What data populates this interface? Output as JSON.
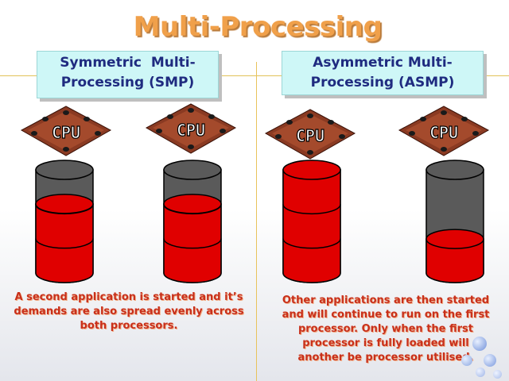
{
  "slide": {
    "title": "Multi-Processing"
  },
  "smp": {
    "header_line1": "Symmetric  Multi-",
    "header_line2": "Processing (SMP)",
    "caption_line1": "A second application is started and it’s",
    "caption_line2": "demands are also spread evenly across",
    "caption_line3": "both processors.",
    "cpu_label": "CPU",
    "load_fraction": [
      0.67,
      0.67
    ]
  },
  "asmp": {
    "header_line1": "Asymmetric Multi-",
    "header_line2": "Processing (ASMP)",
    "caption_line1": "Other applications are then started",
    "caption_line2": "and will continue to run on the first",
    "caption_line3": "processor. Only when the first",
    "caption_line4": "processor is fully loaded will",
    "caption_line5": "another be processor utilised.",
    "cpu_label": "CPU",
    "load_fraction": [
      1.0,
      0.33
    ]
  },
  "colors": {
    "title": "#f0a04a",
    "header_bg": "#cef7f7",
    "header_text": "#1f2b80",
    "caption_text": "#c8301b",
    "load_red": "#e00000",
    "empty_gray": "#5a5a5a",
    "chip_body": "#8a3a22"
  }
}
